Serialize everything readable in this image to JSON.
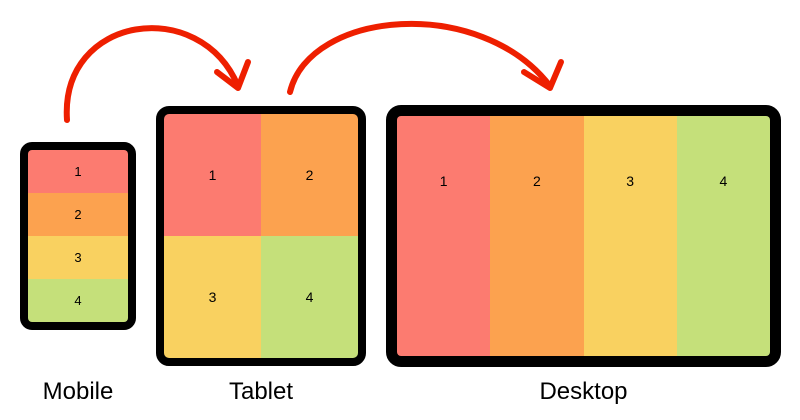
{
  "devices": [
    {
      "label": "Mobile",
      "cells": [
        "1",
        "2",
        "3",
        "4"
      ]
    },
    {
      "label": "Tablet",
      "cells": [
        "1",
        "2",
        "3",
        "4"
      ]
    },
    {
      "label": "Desktop",
      "cells": [
        "1",
        "2",
        "3",
        "4"
      ]
    }
  ],
  "colors": {
    "cell_1": "#fc7b70",
    "cell_2": "#fca24f",
    "cell_3": "#f9d160",
    "cell_4": "#c5e07a",
    "frame": "#000000",
    "arrow": "#ee1f00"
  }
}
